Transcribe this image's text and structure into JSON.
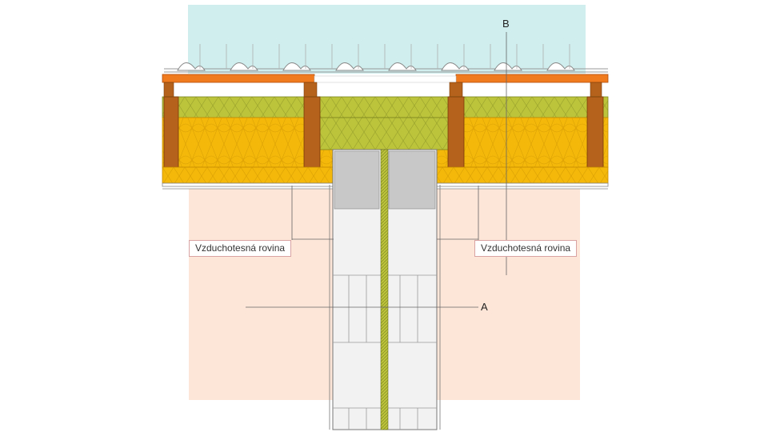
{
  "labels": {
    "airtight_left": "Vzduchotesná rovina",
    "airtight_right": "Vzduchotesná rovina",
    "marker_a": "A",
    "marker_b": "B"
  },
  "colors": {
    "exterior_zone": "#cfeeed",
    "interior_zone": "#fde6d8",
    "rafter_orange": "#f07a1e",
    "insulation_yellow": "#f3b80a",
    "wood_brown": "#b5621c",
    "mineral_wool_green": "#bcc43b",
    "wall_block": "#eeeeee",
    "concrete_gray": "#c8c8c8"
  }
}
